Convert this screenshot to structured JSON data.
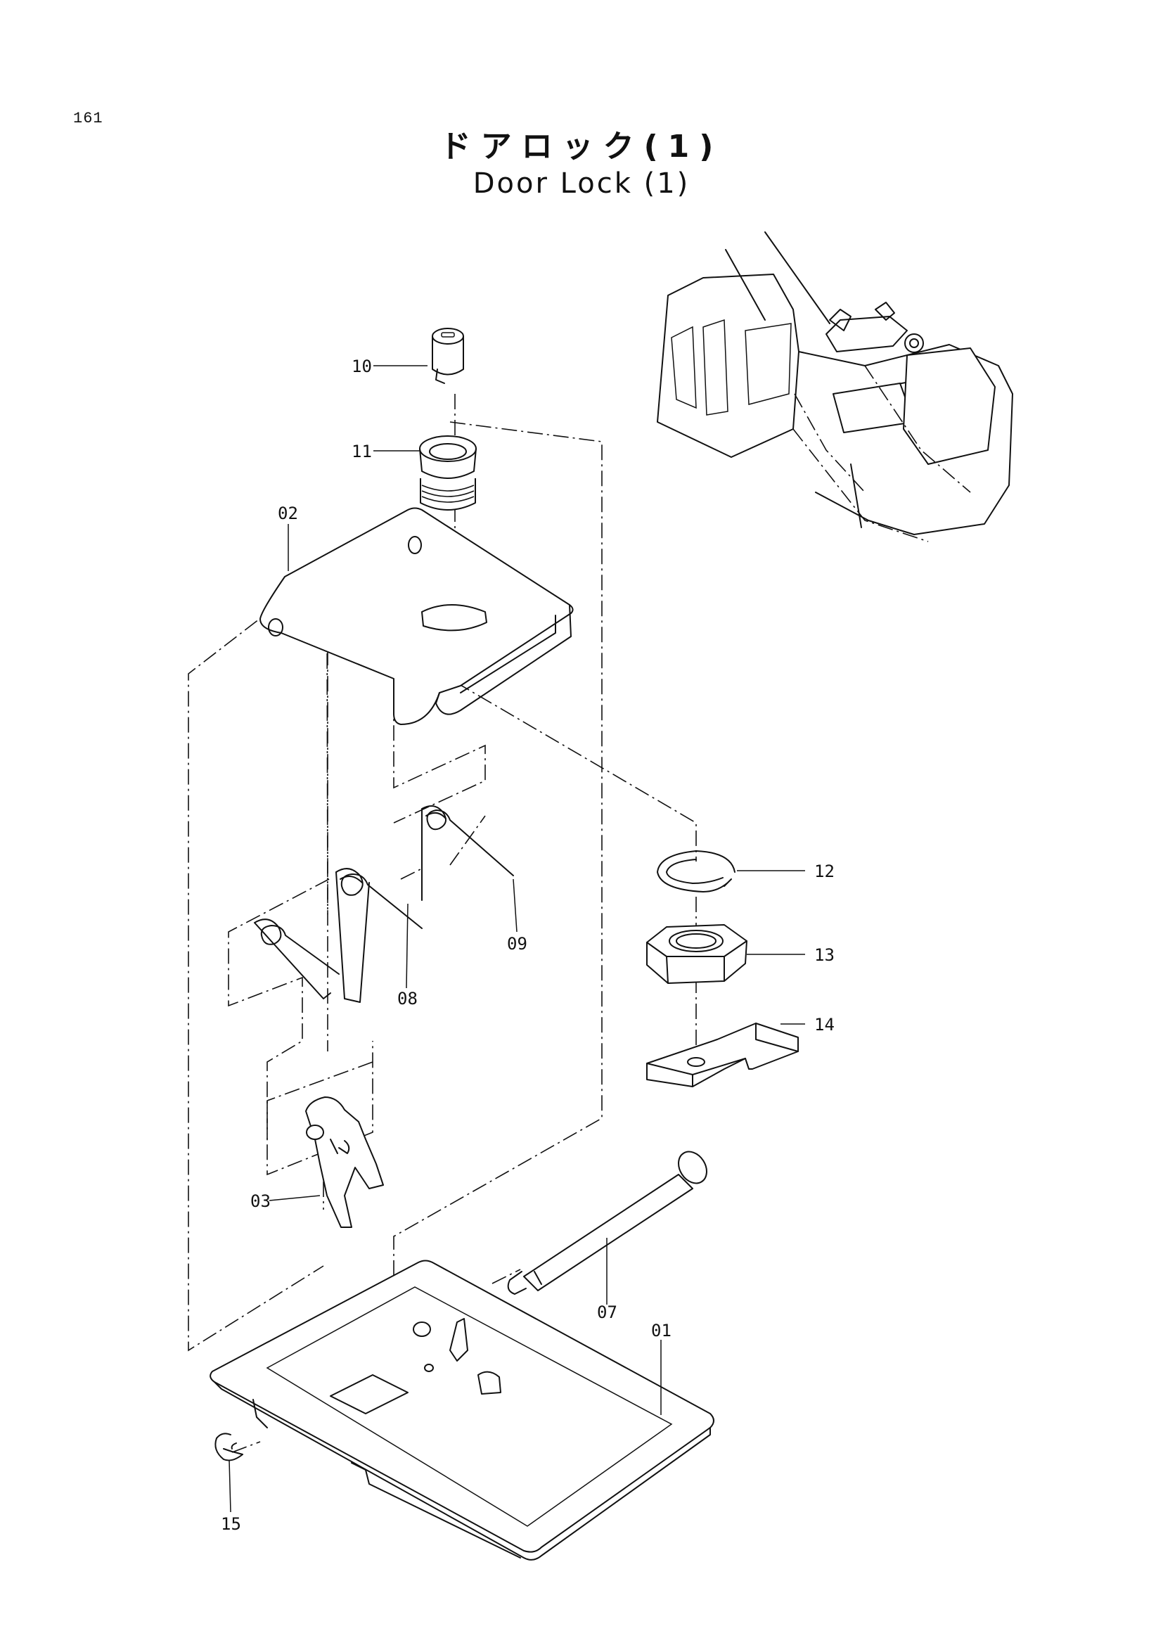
{
  "page_number": "161",
  "title_jp": "ドアロック(1)",
  "title_en": "Door Lock (1)",
  "callouts": {
    "c01": "01",
    "c02": "02",
    "c03": "03",
    "c07": "07",
    "c08": "08",
    "c09": "09",
    "c10": "10",
    "c11": "11",
    "c12": "12",
    "c13": "13",
    "c14": "14",
    "c15": "15"
  }
}
